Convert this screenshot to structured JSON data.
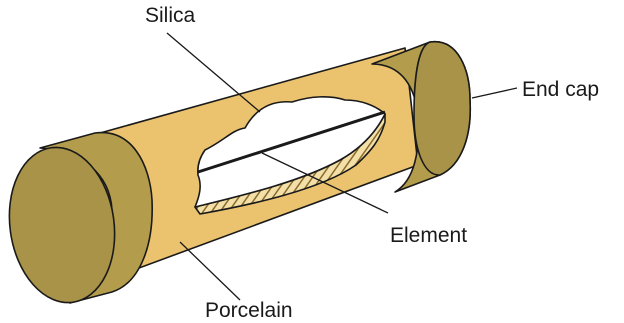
{
  "diagram": {
    "labels": {
      "silica": "Silica",
      "end_cap": "End cap",
      "element": "Element",
      "porcelain": "Porcelain"
    },
    "colors": {
      "porcelain_body": "#ebc36f",
      "end_cap_side": "#b39d4d",
      "end_cap_face": "#a89348",
      "silica_fill": "#ffffff",
      "packing_hatch": "#8a6a2a",
      "outline": "#1a1a1a"
    }
  }
}
